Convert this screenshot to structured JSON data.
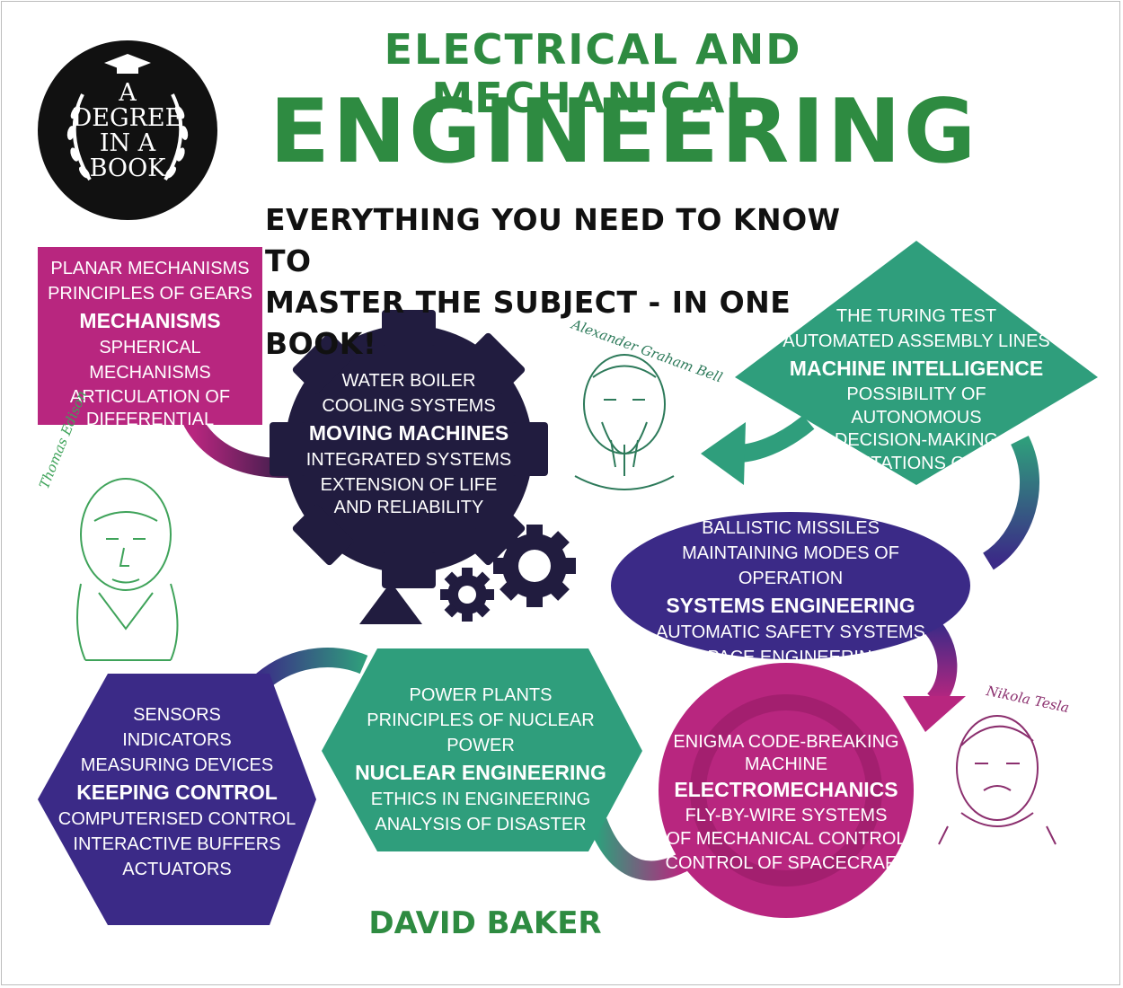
{
  "cover": {
    "badge": [
      "A",
      "DEGREE",
      "IN A",
      "BOOK"
    ],
    "title_line1": "ELECTRICAL AND MECHANICAL",
    "title_line2": "ENGINEERING",
    "subtitle_line1": "EVERYTHING YOU NEED TO KNOW TO",
    "subtitle_line2": "MASTER THE SUBJECT - IN ONE BOOK!",
    "author": "DAVID BAKER"
  },
  "colors": {
    "green": "#2e8b41",
    "teal": "#2f9e7c",
    "navy": "#211c3f",
    "purple": "#3b2a87",
    "magenta": "#b8267f",
    "badge": "#111111"
  },
  "sections": {
    "mechanisms": {
      "heading": "MECHANISMS",
      "items_before": [
        "PLANAR MECHANISMS",
        "PRINCIPLES OF GEARS"
      ],
      "items_after": [
        "SPHERICAL MECHANISMS",
        "ARTICULATION OF",
        "DIFFERENTIAL"
      ]
    },
    "moving_machines": {
      "heading": "MOVING MACHINES",
      "items_before": [
        "WATER BOILER",
        "COOLING SYSTEMS"
      ],
      "items_after": [
        "INTEGRATED SYSTEMS",
        "EXTENSION OF LIFE",
        "AND RELIABILITY"
      ]
    },
    "machine_intelligence": {
      "heading": "MACHINE INTELLIGENCE",
      "items_before": [
        "THE TURING TEST",
        "AUTOMATED ASSEMBLY LINES"
      ],
      "items_after": [
        "POSSIBILITY OF AUTONOMOUS",
        "DECISION-MAKING",
        "LIMITATIONS OF AI"
      ]
    },
    "systems_engineering": {
      "heading": "SYSTEMS ENGINEERING",
      "items_before": [
        "BALLISTIC MISSILES",
        "MAINTAINING MODES OF OPERATION"
      ],
      "items_after": [
        "AUTOMATIC SAFETY SYSTEMS",
        "SPACE ENGINEERING"
      ]
    },
    "electromechanics": {
      "heading": "ELECTROMECHANICS",
      "items_before": [
        "ENIGMA CODE-BREAKING",
        "MACHINE"
      ],
      "items_after": [
        "FLY-BY-WIRE SYSTEMS",
        "OF MECHANICAL CONTROL",
        "CONTROL OF SPACECRAFT"
      ]
    },
    "nuclear_engineering": {
      "heading": "NUCLEAR ENGINEERING",
      "items_before": [
        "POWER PLANTS",
        "PRINCIPLES OF NUCLEAR POWER"
      ],
      "items_after": [
        "ETHICS IN ENGINEERING",
        "ANALYSIS OF DISASTER"
      ]
    },
    "keeping_control": {
      "heading": "KEEPING CONTROL",
      "items_before": [
        "SENSORS",
        "INDICATORS",
        "MEASURING DEVICES"
      ],
      "items_after": [
        "COMPUTERISED CONTROL",
        "INTERACTIVE BUFFERS",
        "ACTUATORS"
      ]
    }
  },
  "portraits": {
    "edison": "Thomas Edison",
    "bell": "Alexander Graham Bell",
    "tesla": "Nikola Tesla"
  }
}
